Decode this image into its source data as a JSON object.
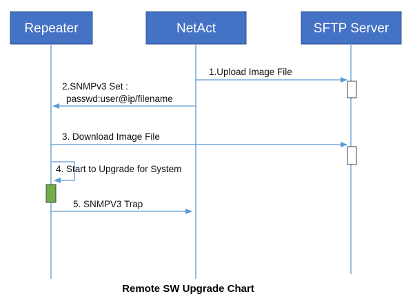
{
  "diagram": {
    "caption": "Remote SW Upgrade Chart",
    "colors": {
      "actor_fill": "#4472c4",
      "actor_stroke": "#2f528f",
      "lifeline": "#5b9bd5",
      "arrow": "#5b9bd5",
      "activation_repeater": "#70ad47",
      "activation_server": "#ffffff"
    },
    "actors": [
      {
        "id": "repeater",
        "label": "Repeater"
      },
      {
        "id": "netact",
        "label": "NetAct"
      },
      {
        "id": "sftp",
        "label": "SFTP Server"
      }
    ],
    "messages": [
      {
        "id": "m1",
        "from": "netact",
        "to": "sftp",
        "lines": [
          "1.Upload Image File"
        ]
      },
      {
        "id": "m2",
        "from": "netact",
        "to": "repeater",
        "lines": [
          "2.SNMPv3 Set :",
          "passwd:user@ip/filename"
        ]
      },
      {
        "id": "m3",
        "from": "repeater",
        "to": "sftp",
        "lines": [
          "3. Download Image File"
        ]
      },
      {
        "id": "m4",
        "from": "repeater",
        "to": "repeater",
        "lines": [
          "4. Start to Upgrade for System"
        ]
      },
      {
        "id": "m5",
        "from": "repeater",
        "to": "netact",
        "lines": [
          "5. SNMPV3 Trap"
        ]
      }
    ]
  }
}
